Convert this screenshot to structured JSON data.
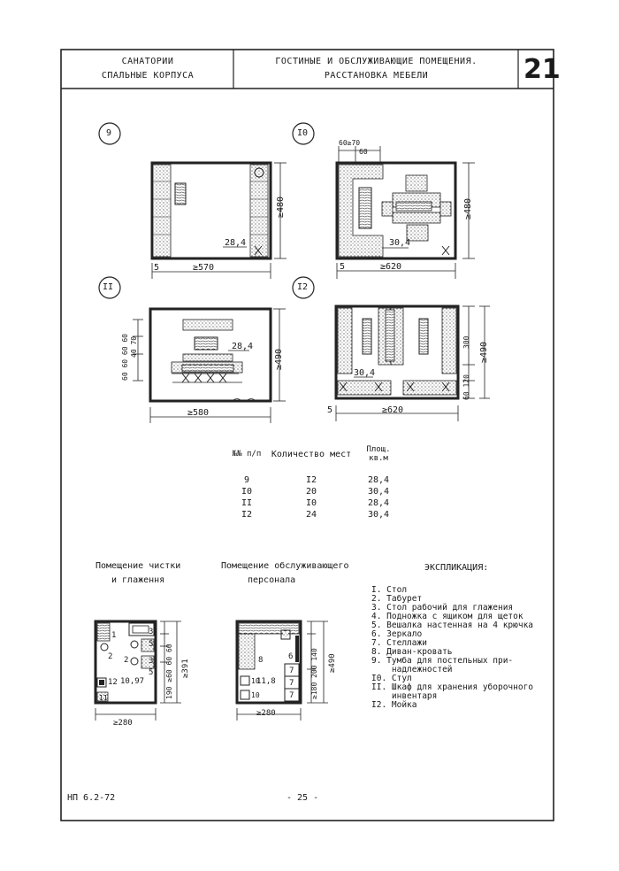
{
  "header": {
    "left_line1": "САНАТОРИИ",
    "left_line2": "СПАЛЬНЫЕ КОРПУСА",
    "center_line1": "ГОСТИНЫЕ И ОБСЛУЖИВАЮЩИЕ ПОМЕЩЕНИЯ.",
    "center_line2": "РАССТАНОВКА МЕБЕЛИ",
    "sheet_number": "21"
  },
  "plans": {
    "p9": {
      "number": "9",
      "area": "28,4",
      "width_dim": "≥570",
      "height_dim": "≥480",
      "margin": "5"
    },
    "p10": {
      "number": "I0",
      "area": "30,4",
      "width_dim": "≥620",
      "height_dim": "≥480",
      "top_dims": "60≥70",
      "top_dim2": "60",
      "margin": "5"
    },
    "p11": {
      "number": "II",
      "area": "28,4",
      "width_dim": "≥580",
      "height_dim": "≥490",
      "left_dims": "60 60 60 60",
      "left_dim2": "40 70"
    },
    "p12": {
      "number": "I2",
      "area": "30,4",
      "width_dim": "≥620",
      "height_dim": "≥490",
      "right_dims": "300",
      "right_dim2": "60 120",
      "margin": "5"
    }
  },
  "summary_table": {
    "headers": [
      "№№ п/п",
      "Количество мест",
      "Площ. кв.м"
    ],
    "rows": [
      [
        "9",
        "I2",
        "28,4"
      ],
      [
        "I0",
        "20",
        "30,4"
      ],
      [
        "II",
        "I0",
        "28,4"
      ],
      [
        "I2",
        "24",
        "30,4"
      ]
    ]
  },
  "small_plans": {
    "cleaning": {
      "title_line1": "Помещение чистки",
      "title_line2": "и глаження",
      "area": "10,97",
      "width_dim": "≥280",
      "height_dim": "≥391",
      "height_parts": "190 ≥60 60 60",
      "labels": [
        "1",
        "2",
        "3",
        "5",
        "2",
        "3",
        "5",
        "12",
        "11"
      ]
    },
    "staff": {
      "title_line1": "Помещение обслуживающего",
      "title_line2": "персонала",
      "area": "11,8",
      "width_dim": "≥280",
      "height_dim": "≥490",
      "height_parts": "≥180 200 140",
      "labels": [
        "8",
        "6",
        "10",
        "10",
        "7",
        "7",
        "7"
      ]
    }
  },
  "explication": {
    "title": "ЭКСПЛИКАЦИЯ:",
    "items": [
      "I. Стол",
      "2. Табурет",
      "3. Стол рабочий для глажения",
      "4. Подножка с ящиком для щеток",
      "5. Вешалка настенная на 4 крючка",
      "6. Зеркало",
      "7. Стеллажи",
      "8. Диван-кровать",
      "9. Тумба для постельных при-",
      "    надлежностей",
      "I0. Стул",
      "II. Шкаф для хранения уборочного",
      "    инвентаря",
      "I2. Мойка"
    ]
  },
  "footer": {
    "code": "НП 6.2-72",
    "page": "- 25 -"
  }
}
